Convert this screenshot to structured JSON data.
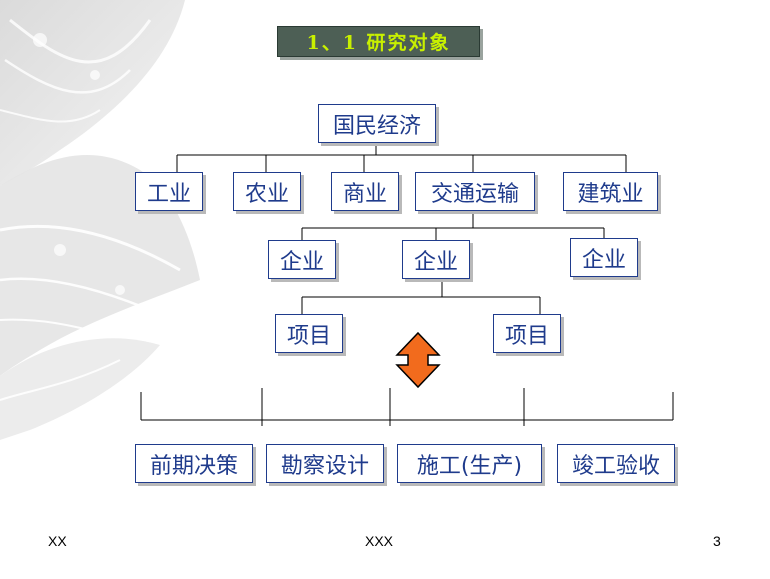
{
  "title": "1、1 研究对象",
  "level1": "国民经济",
  "level2": [
    "工业",
    "农业",
    "商业",
    "交通运输",
    "建筑业"
  ],
  "level3": [
    "企业",
    "企业",
    "企业"
  ],
  "level4": [
    "项目",
    "项目"
  ],
  "phases": [
    "前期决策",
    "勘察设计",
    "施工(生产)",
    "竣工验收"
  ],
  "footer": {
    "left": "XX",
    "center": "XXX",
    "page": "3"
  },
  "colors": {
    "box_text": "#1f3b8c",
    "title_bg": "#4d5f55",
    "title_text": "#c8f000",
    "arrow": "#f26b1d"
  }
}
